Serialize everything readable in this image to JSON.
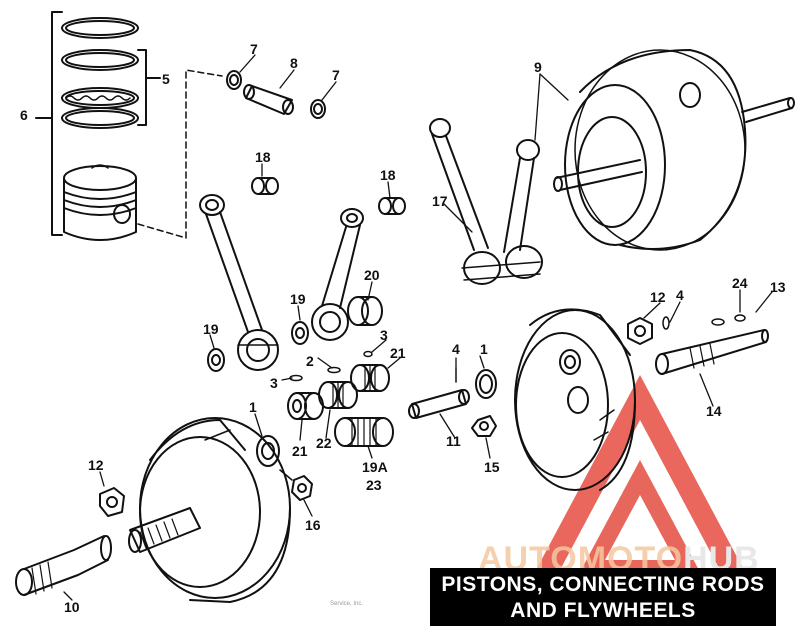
{
  "caption": {
    "line1": "PISTONS, CONNECTING RODS",
    "line2": "AND FLYWHEELS"
  },
  "watermark": {
    "part1": "AUTOMOTO",
    "part2": "HUB"
  },
  "credit_text": "Service, Inc.",
  "callouts": {
    "c1a": "1",
    "c1b": "1",
    "c2": "2",
    "c3a": "3",
    "c3b": "3",
    "c4a": "4",
    "c4b": "4",
    "c5": "5",
    "c6": "6",
    "c7a": "7",
    "c7b": "7",
    "c8": "8",
    "c9": "9",
    "c10": "10",
    "c11": "11",
    "c12a": "12",
    "c12b": "12",
    "c13": "13",
    "c14": "14",
    "c15": "15",
    "c16": "16",
    "c17": "17",
    "c18a": "18",
    "c18b": "18",
    "c19a": "19",
    "c19b": "19",
    "c19A": "19A",
    "c20": "20",
    "c21a": "21",
    "c21b": "21",
    "c22": "22",
    "c23": "23",
    "c24": "24"
  },
  "colors": {
    "line": "#111111",
    "watermark_red": "#e23a2c",
    "caption_bg": "#000000",
    "caption_text": "#ffffff"
  }
}
